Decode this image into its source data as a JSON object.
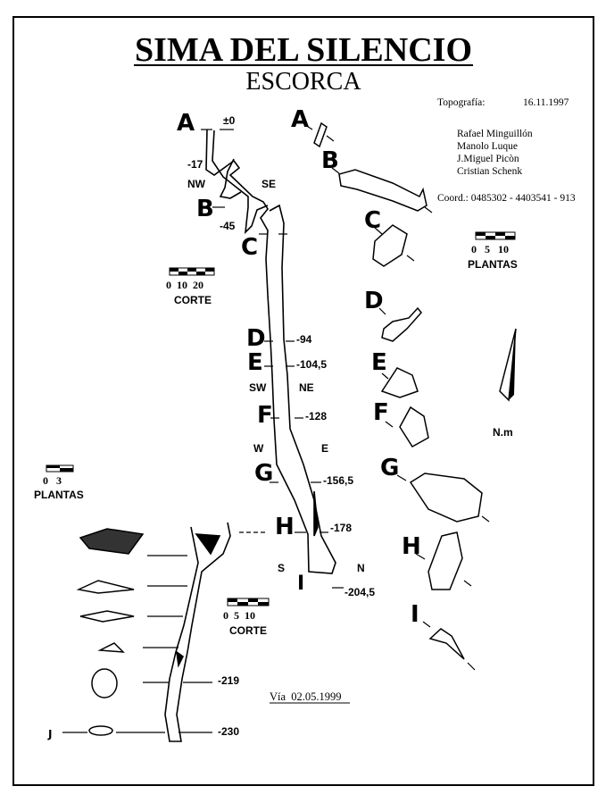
{
  "header": {
    "title": "SIMA DEL SILENCIO",
    "subtitle": "ESCORCA"
  },
  "info": {
    "topografia_label": "Topografía:",
    "topografia_date": "16.11.1997",
    "authors": [
      "Rafael Minguillón",
      "Manolo Luque",
      "J.Miguel Picòn",
      "Cristian Schenk"
    ],
    "coord": "Coord.:  0485302 - 4403541 - 913"
  },
  "section": {
    "letters": [
      "A",
      "B",
      "C",
      "D",
      "E",
      "F",
      "G",
      "H",
      "I",
      "J"
    ],
    "depths": [
      "±0",
      "-17",
      "-45",
      "-94",
      "-104,5",
      "-128",
      "-156,5",
      "-178",
      "-204,5",
      "-219",
      "-230"
    ],
    "orientations": [
      "NW",
      "SE",
      "SW",
      "NE",
      "W",
      "E",
      "S",
      "N"
    ]
  },
  "plans": {
    "letters": [
      "A",
      "B",
      "C",
      "D",
      "E",
      "F",
      "G",
      "H",
      "I"
    ]
  },
  "scales": {
    "corte_upper": {
      "ticks": "0  10  20",
      "label": "CORTE"
    },
    "plantas_right": {
      "ticks": "0   5   10",
      "label": "PLANTAS"
    },
    "plantas_left": {
      "ticks": "0   3",
      "label": "PLANTAS"
    },
    "corte_lower": {
      "ticks": "0  5  10",
      "label": "CORTE"
    }
  },
  "north": {
    "label": "N.m"
  },
  "footer": {
    "via": "Vía  02.05.1999"
  }
}
